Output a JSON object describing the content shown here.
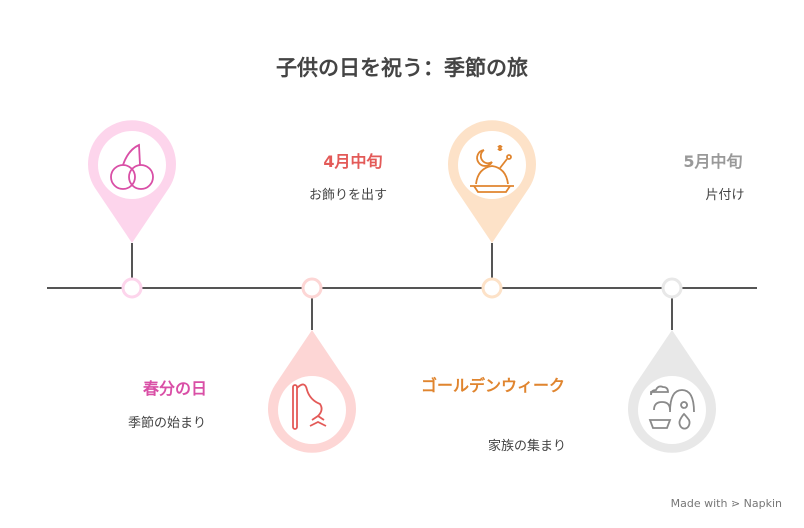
{
  "title": "子供の日を祝う：季節の旅",
  "events": [
    {
      "heading": "春分の日",
      "desc": "季節の始まり",
      "icon": "cherry-icon",
      "color": "#d94fa6",
      "light": "#fdd5ec"
    },
    {
      "heading": "4月中旬",
      "desc": "お飾りを出す",
      "icon": "koinobori-icon",
      "color": "#e35a58",
      "light": "#fdd6d5"
    },
    {
      "heading": "ゴールデンウィーク",
      "desc": "家族の集まり",
      "icon": "festive-meal-icon",
      "color": "#e0852f",
      "light": "#fde2c8"
    },
    {
      "heading": "5月中旬",
      "desc": "片付け",
      "icon": "landscape-icon",
      "color": "#999999",
      "light": "#e8e8e8"
    }
  ],
  "footer": "Made with ⋗ Napkin"
}
